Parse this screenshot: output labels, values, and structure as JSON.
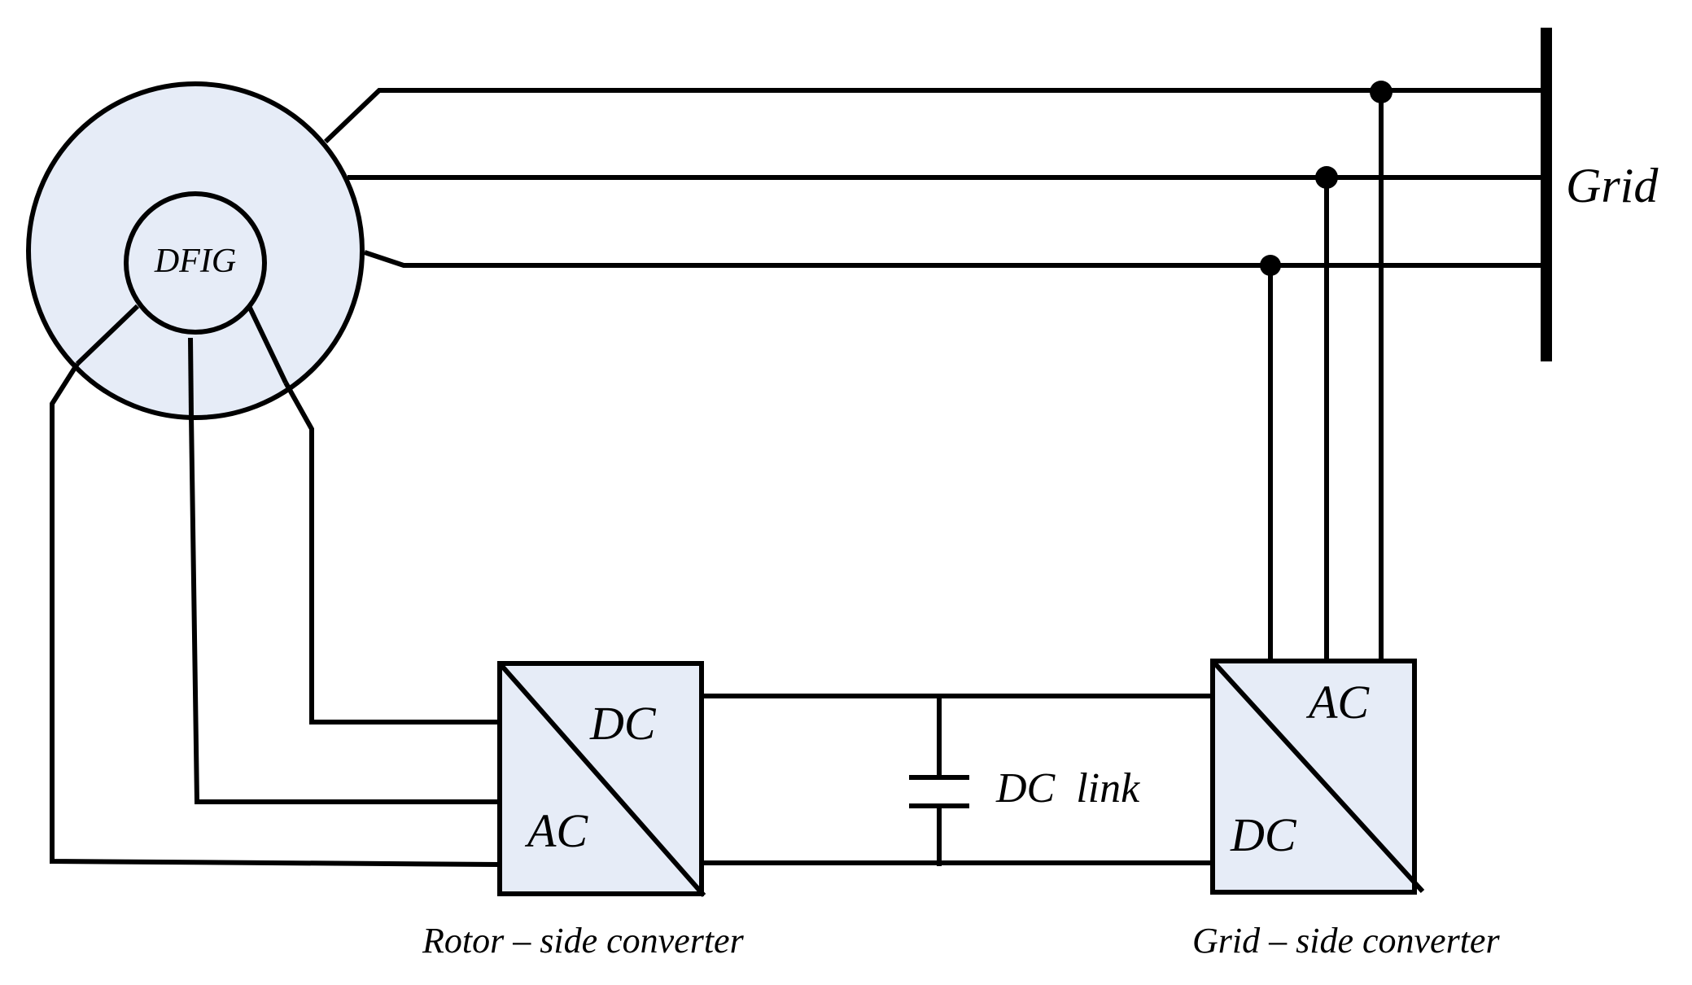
{
  "generator": {
    "label": "DFIG"
  },
  "grid": {
    "label": "Grid"
  },
  "rotor_side_converter": {
    "top_label": "DC",
    "bottom_label": "AC",
    "caption": "Rotor – side converter"
  },
  "dc_link": {
    "label": "DC  link"
  },
  "grid_side_converter": {
    "top_label": "AC",
    "bottom_label": "DC",
    "caption": "Grid – side converter"
  },
  "colors": {
    "fill": "#e6ecf7",
    "stroke": "#000000"
  }
}
